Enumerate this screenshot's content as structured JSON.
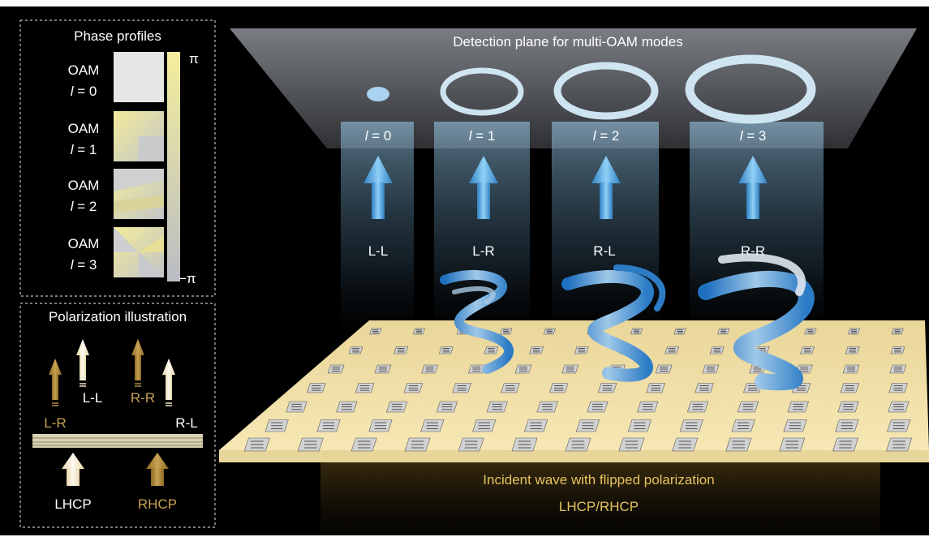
{
  "phase_panel": {
    "title": "Phase profiles",
    "rows": [
      {
        "oam_label": "OAM",
        "l_symbol": "l",
        "eq": " = 0"
      },
      {
        "oam_label": "OAM",
        "l_symbol": "l",
        "eq": " = 1"
      },
      {
        "oam_label": "OAM",
        "l_symbol": "l",
        "eq": " = 2"
      },
      {
        "oam_label": "OAM",
        "l_symbol": "l",
        "eq": " = 3"
      }
    ],
    "colorbar": {
      "max_label": "π",
      "min_label": "−π"
    }
  },
  "polarization_panel": {
    "title": "Polarization illustration",
    "arrow_labels": [
      "L-R",
      "L-L",
      "R-R",
      "R-L"
    ],
    "input_labels": [
      "LHCP",
      "RHCP"
    ]
  },
  "main": {
    "detection_plane_title": "Detection plane for multi-OAM modes",
    "mode_labels": [
      {
        "l_symbol": "l",
        "eq": " = 0"
      },
      {
        "l_symbol": "l",
        "eq": " = 1"
      },
      {
        "l_symbol": "l",
        "eq": " = 2"
      },
      {
        "l_symbol": "l",
        "eq": " = 3"
      }
    ],
    "channel_labels": [
      "L-L",
      "L-R",
      "R-L",
      "R-R"
    ],
    "incident_line1": "Incident wave with flipped polarization",
    "incident_line2": "LHCP/RHCP"
  },
  "colors": {
    "background": "#000000",
    "plane_gray": "#6b6e72",
    "beam_blue": "#4aa6e6",
    "gold": "#b68a3c",
    "cream": "#f4e7c4",
    "metasurface": "#f2dfa0",
    "colorbar_top": "#f4ee9c",
    "colorbar_bottom": "#b9bcc4"
  }
}
